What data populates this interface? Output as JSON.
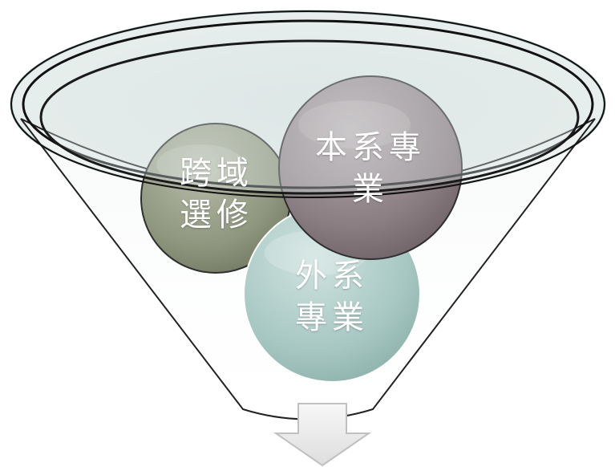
{
  "diagram": {
    "bubbles": [
      {
        "id": "cross-domain",
        "lines": [
          "跨域",
          "選修"
        ],
        "color": "#8e967e"
      },
      {
        "id": "home-department",
        "lines": [
          "本系專",
          "業"
        ],
        "color": "#8a7d82"
      },
      {
        "id": "other-department",
        "lines": [
          "外系",
          "專業"
        ],
        "color": "#a7c7c2"
      }
    ],
    "funnel_color": "#dbe6e4",
    "arrow_color": "#e7e7e7"
  }
}
